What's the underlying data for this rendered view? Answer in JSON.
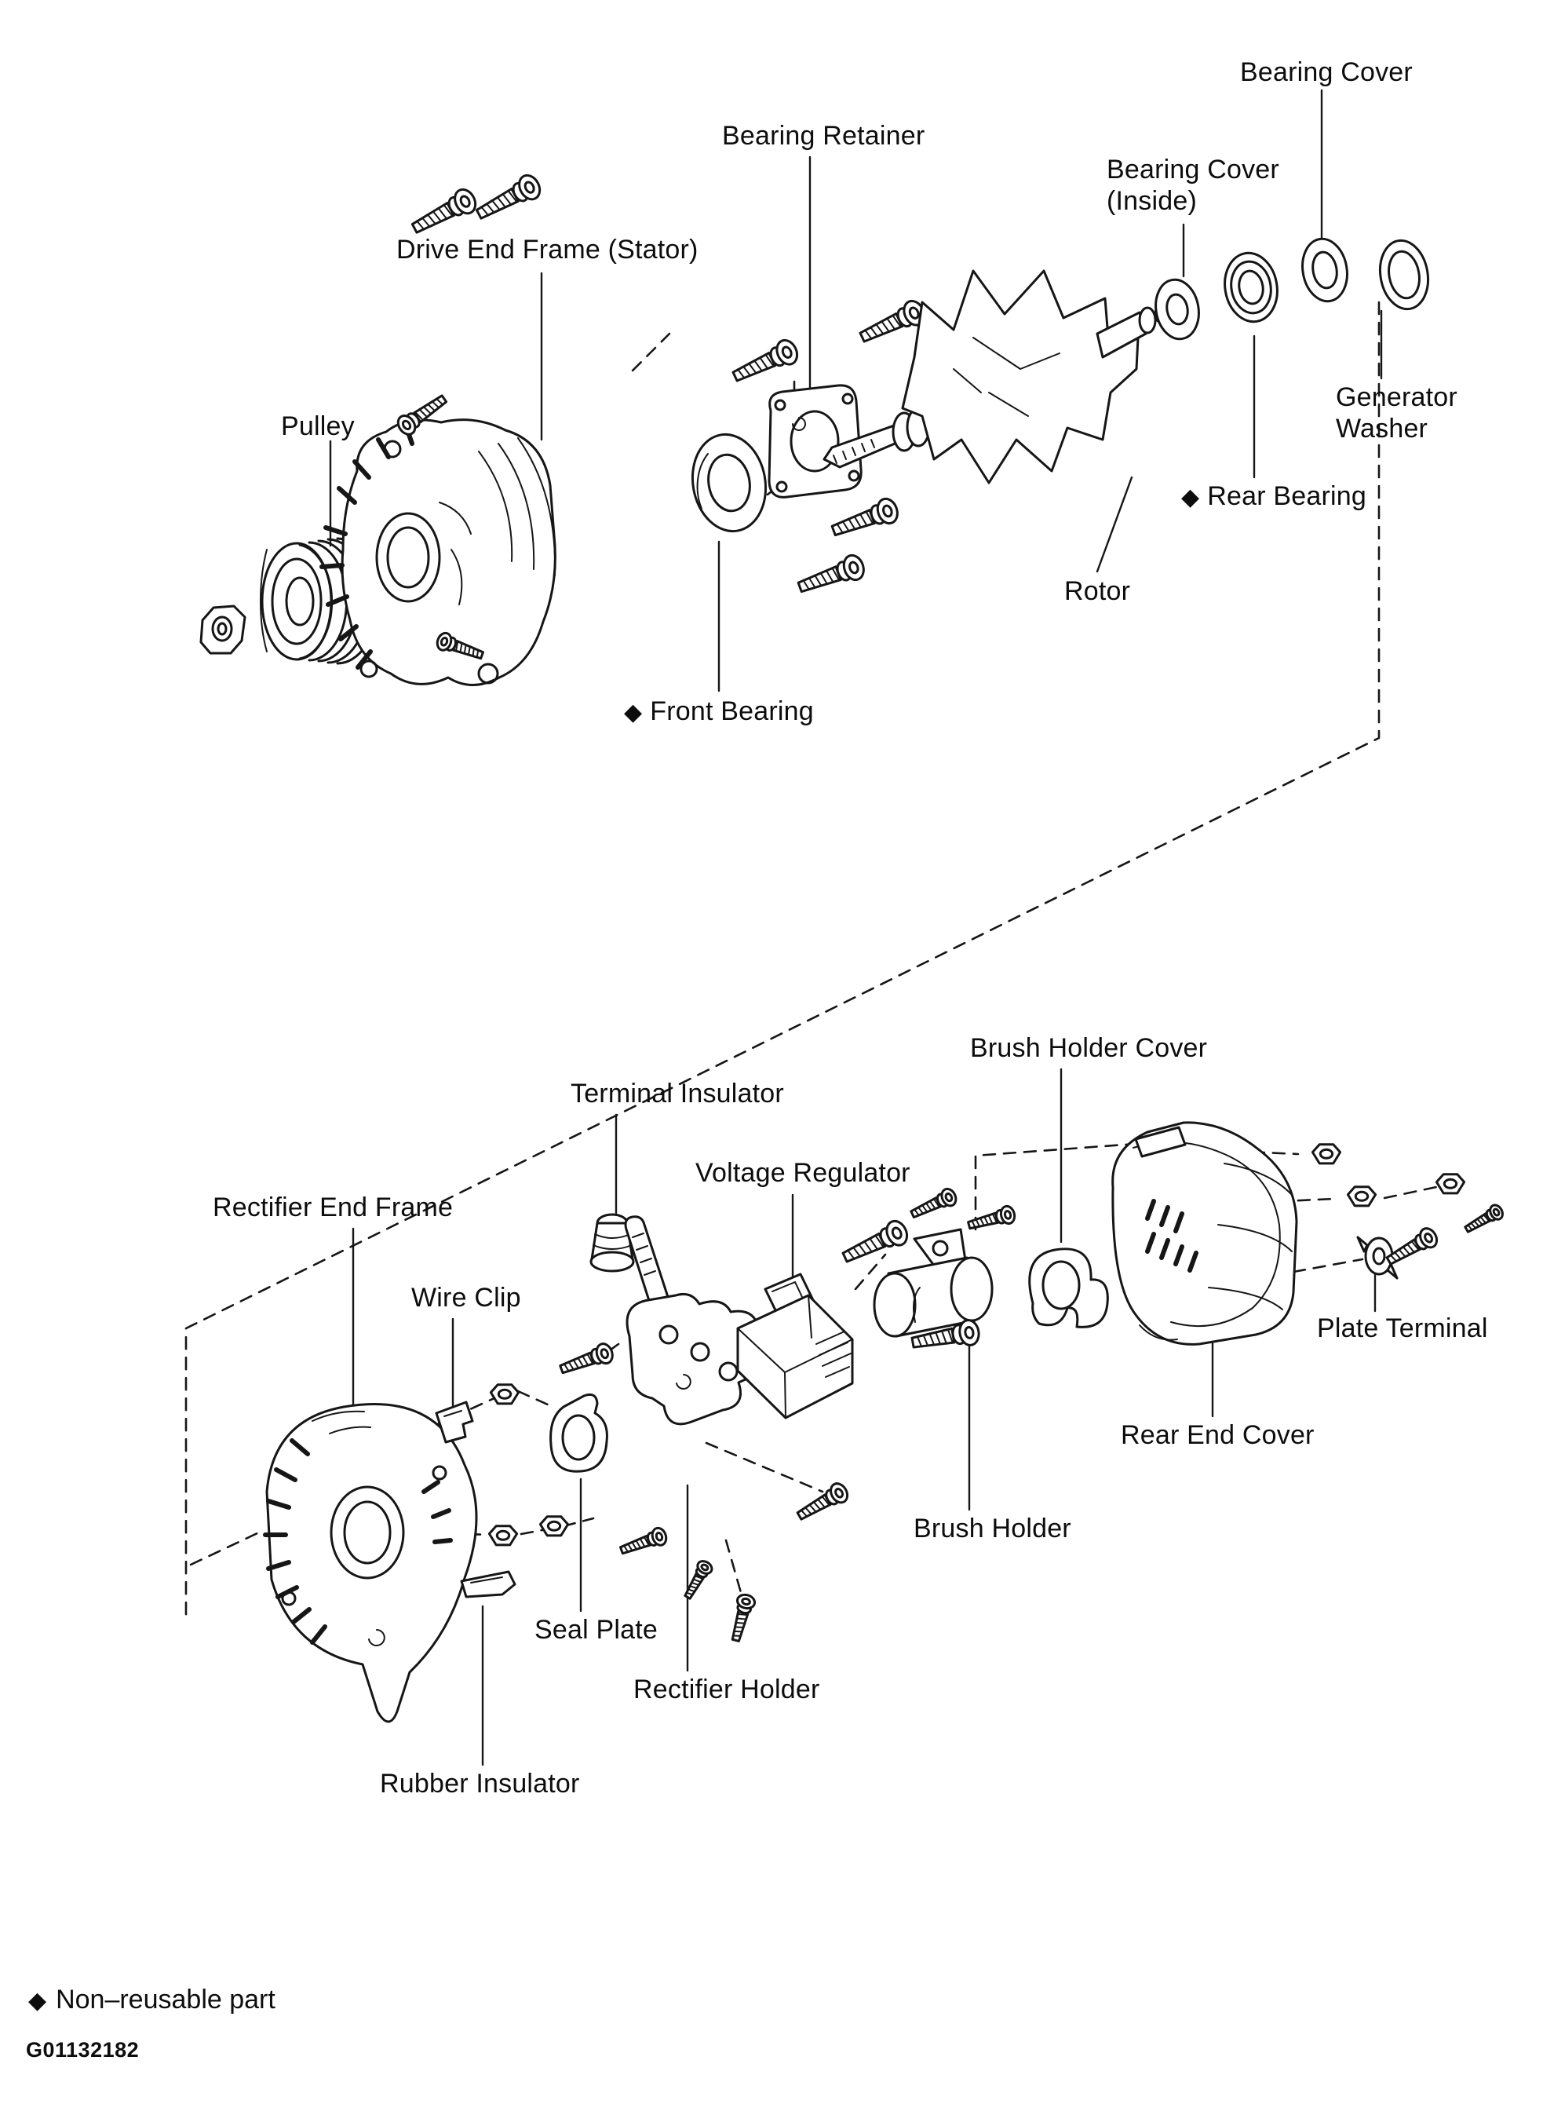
{
  "parts": {
    "bearing_cover": {
      "label": "Bearing Cover"
    },
    "bearing_retainer": {
      "label": "Bearing Retainer"
    },
    "bearing_cover_inside": {
      "label": "Bearing Cover",
      "label2": "(Inside)"
    },
    "drive_end_frame": {
      "label": "Drive End Frame (Stator)"
    },
    "pulley": {
      "label": "Pulley"
    },
    "generator_washer": {
      "label": "Generator",
      "label2": "Washer"
    },
    "rear_bearing": {
      "diamond": "◆",
      "label": "Rear Bearing"
    },
    "rotor": {
      "label": "Rotor"
    },
    "front_bearing": {
      "diamond": "◆",
      "label": "Front Bearing"
    },
    "brush_holder_cover": {
      "label": "Brush Holder Cover"
    },
    "terminal_insulator": {
      "label": "Terminal Insulator"
    },
    "voltage_regulator": {
      "label": "Voltage Regulator"
    },
    "rectifier_end_frame": {
      "label": "Rectifier End Frame"
    },
    "wire_clip": {
      "label": "Wire Clip"
    },
    "plate_terminal": {
      "label": "Plate Terminal"
    },
    "rear_end_cover": {
      "label": "Rear End Cover"
    },
    "brush_holder": {
      "label": "Brush Holder"
    },
    "seal_plate": {
      "label": "Seal Plate"
    },
    "rectifier_holder": {
      "label": "Rectifier Holder"
    },
    "rubber_insulator": {
      "label": "Rubber Insulator"
    }
  },
  "footer": {
    "legend_diamond": "◆",
    "legend_text": "Non–reusable part",
    "figure_code": "G01132182"
  }
}
